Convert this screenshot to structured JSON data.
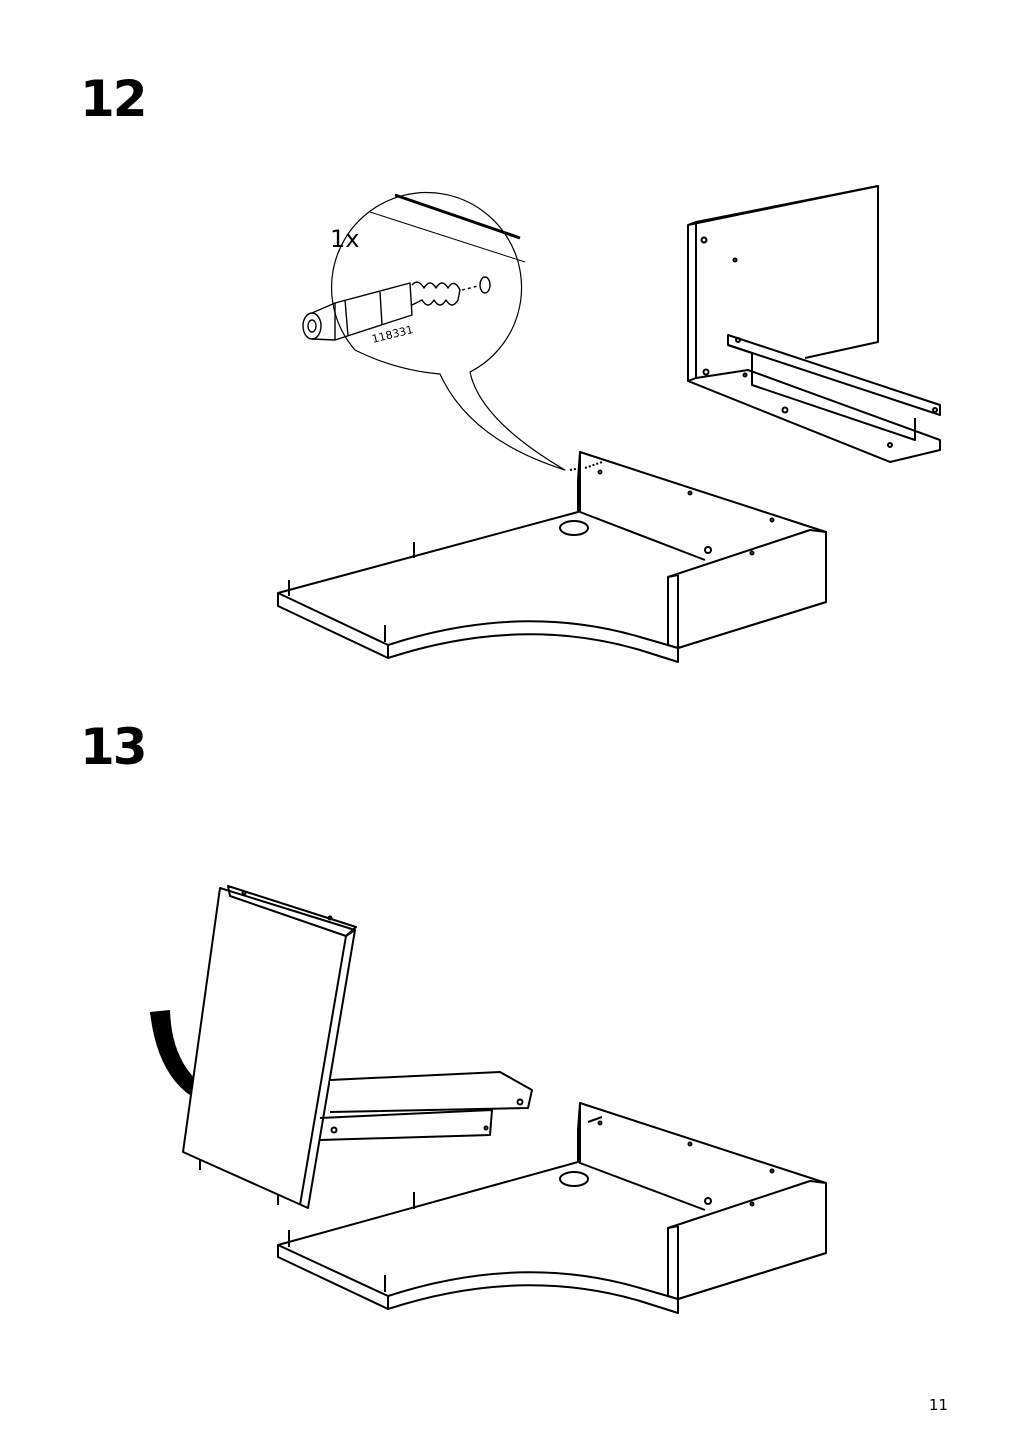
{
  "steps": [
    {
      "number": "12",
      "callout_quantity": "1x",
      "part_number": "118331"
    },
    {
      "number": "13"
    }
  ],
  "page_number": "11"
}
